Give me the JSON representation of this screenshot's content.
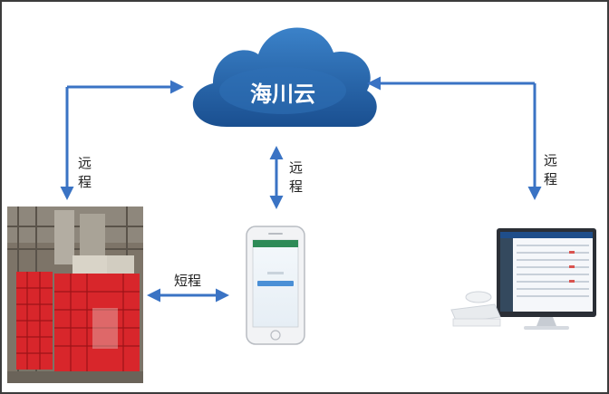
{
  "cloud": {
    "label": "海川云"
  },
  "links": {
    "left_remote": "远程",
    "center_remote": "远程",
    "right_remote": "远程",
    "short_range": "短程"
  },
  "colors": {
    "cloud_dark": "#1f5fa8",
    "cloud_light": "#3b82c9",
    "arrow": "#3a73c4",
    "elevator_red": "#d8262b"
  }
}
